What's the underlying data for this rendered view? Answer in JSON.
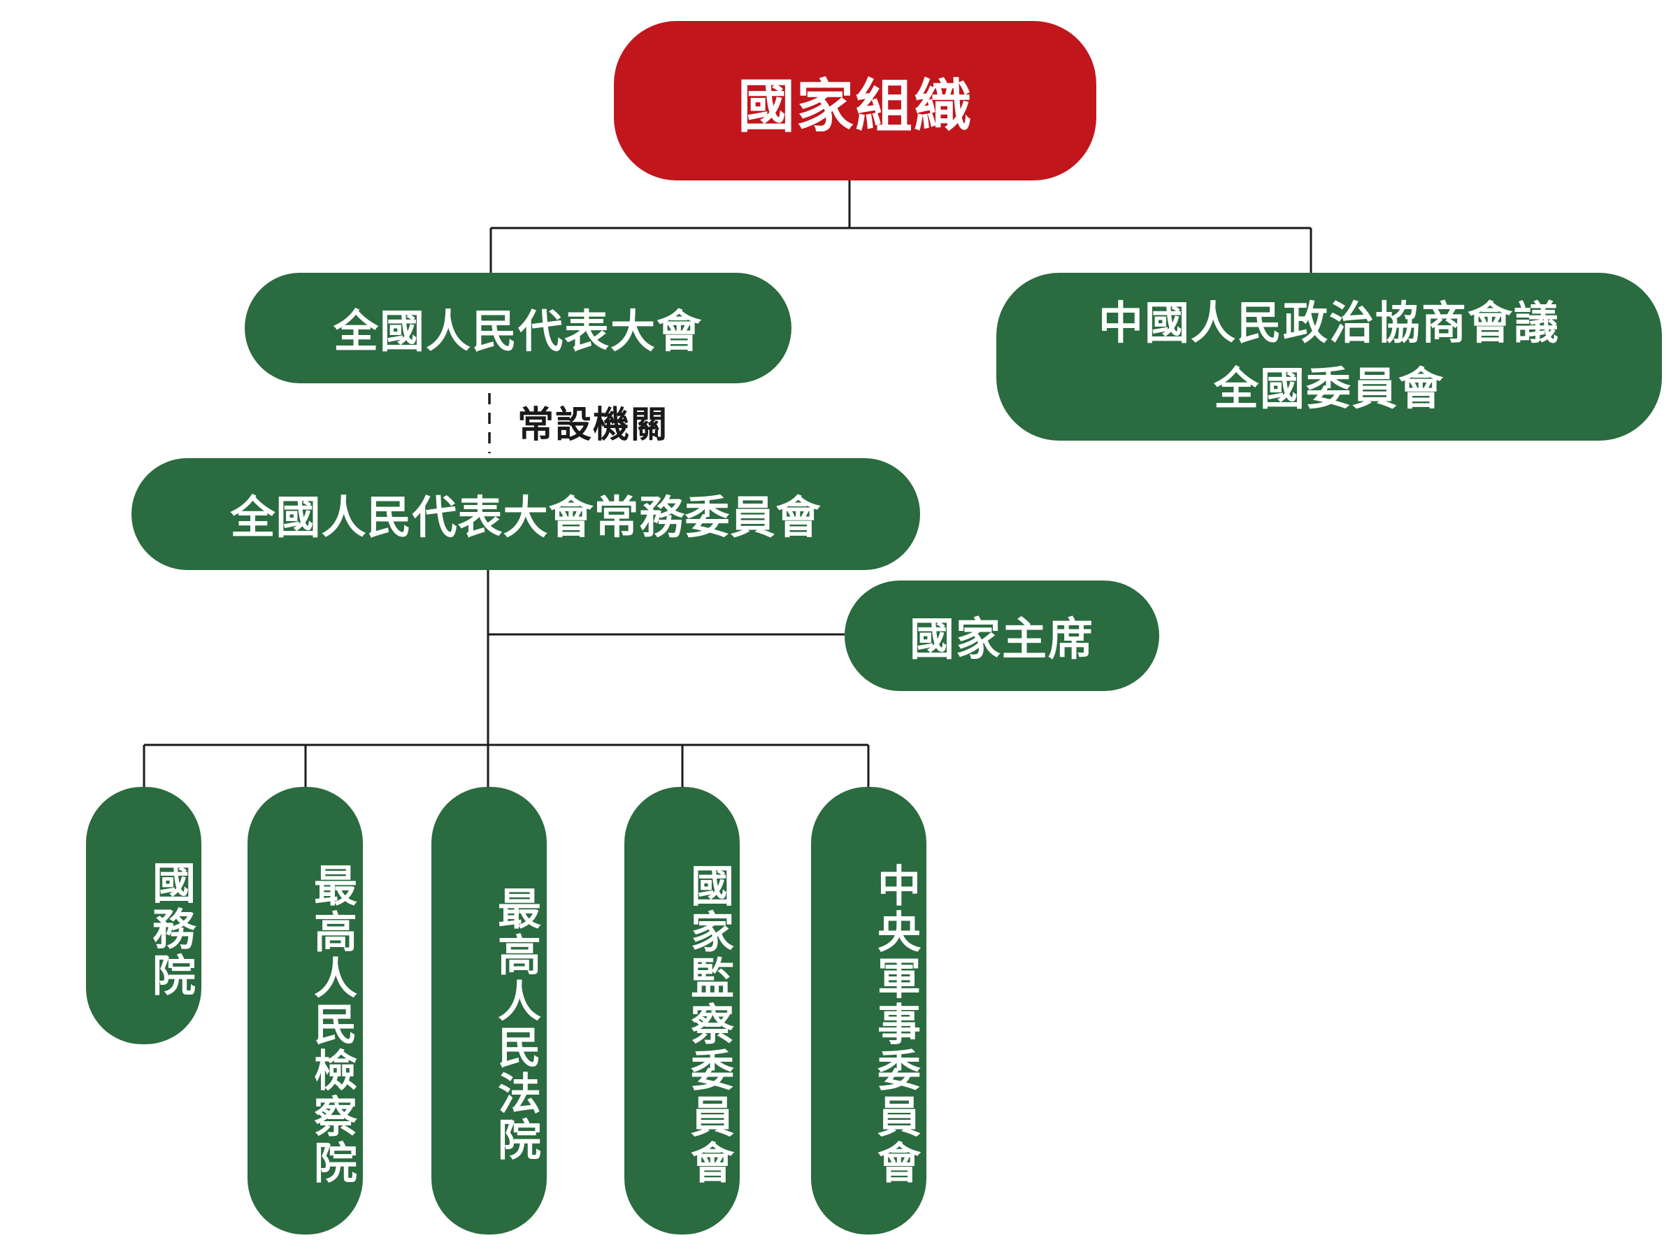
{
  "root": {
    "label": "國家組織",
    "color": "#c1161c"
  },
  "branches": {
    "npc": {
      "label": "全國人民代表大會"
    },
    "cppcc": {
      "line1": "中國人民政治協商會議",
      "line2": "全國委員會"
    }
  },
  "standing_body_label": "常設機關",
  "npcsc": {
    "label": "全國人民代表大會常務委員會"
  },
  "president": {
    "label": "國家主席"
  },
  "organs": [
    {
      "label": "國務院"
    },
    {
      "label": "最高人民檢察院"
    },
    {
      "label": "最高人民法院"
    },
    {
      "label": "國家監察委員會"
    },
    {
      "label": "中央軍事委員會"
    }
  ],
  "node_color": "#2a6b3f"
}
